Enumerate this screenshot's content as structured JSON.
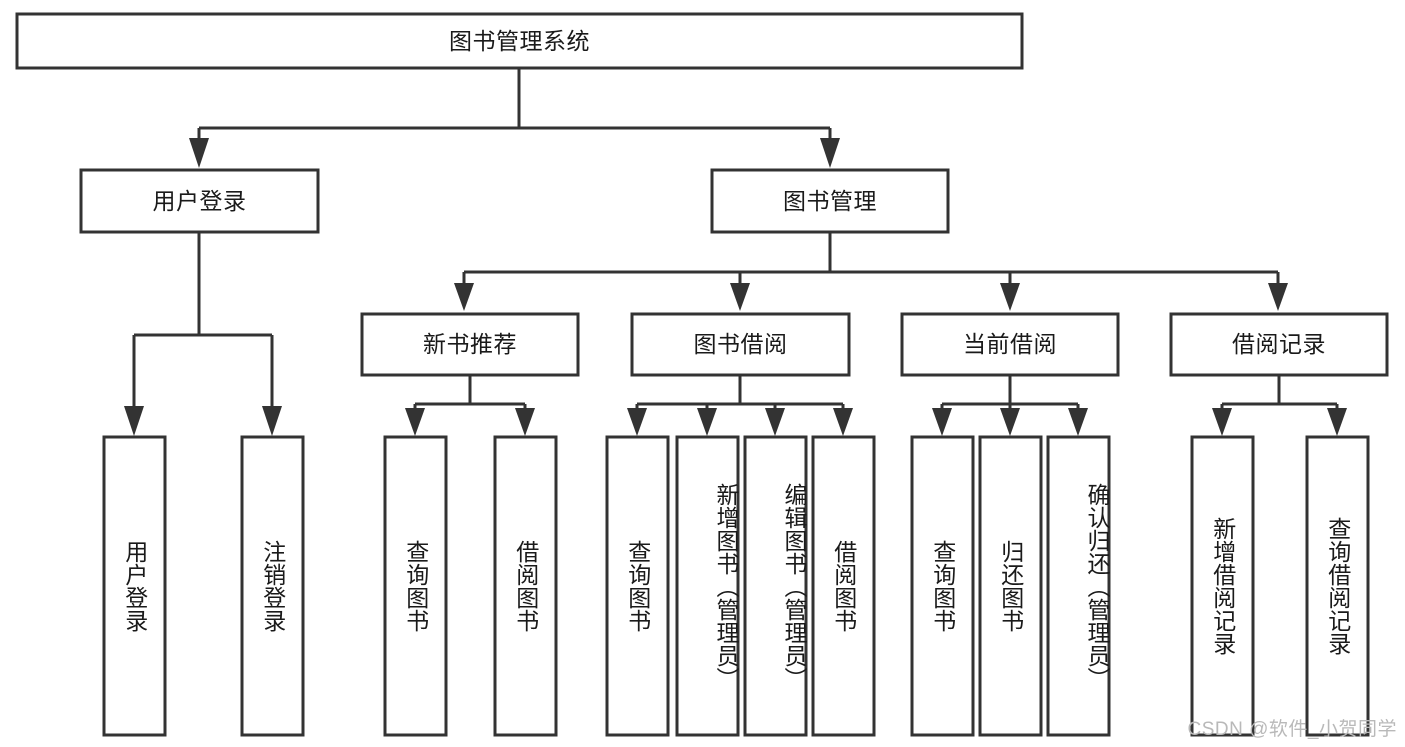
{
  "diagram": {
    "title": "图书管理系统",
    "type": "tree-hierarchy-diagram",
    "colors": {
      "box_stroke": "#333333",
      "box_fill": "#ffffff",
      "text": "#1a1a1a",
      "background": "#ffffff",
      "watermark": "#b9b9b9"
    },
    "nodes": {
      "root": {
        "label": "图书管理系统"
      },
      "level2": [
        {
          "label": "用户登录"
        },
        {
          "label": "图书管理"
        }
      ],
      "level3": [
        {
          "label": "新书推荐"
        },
        {
          "label": "图书借阅"
        },
        {
          "label": "当前借阅"
        },
        {
          "label": "借阅记录"
        }
      ],
      "leaves": {
        "user_login": [
          {
            "label": "用户登录"
          },
          {
            "label": "注销登录"
          }
        ],
        "new_book_recommend": [
          {
            "label": "查询图书"
          },
          {
            "label": "借阅图书"
          }
        ],
        "book_borrow": [
          {
            "label": "查询图书"
          },
          {
            "label": "新增图书（管理员）"
          },
          {
            "label": "编辑图书（管理员）"
          },
          {
            "label": "借阅图书"
          }
        ],
        "current_borrow": [
          {
            "label": "查询图书"
          },
          {
            "label": "归还图书"
          },
          {
            "label": "确认归还（管理员）"
          }
        ],
        "borrow_record": [
          {
            "label": "新增借阅记录"
          },
          {
            "label": "查询借阅记录"
          }
        ]
      }
    },
    "watermark": "CSDN @软件_小贺同学"
  }
}
